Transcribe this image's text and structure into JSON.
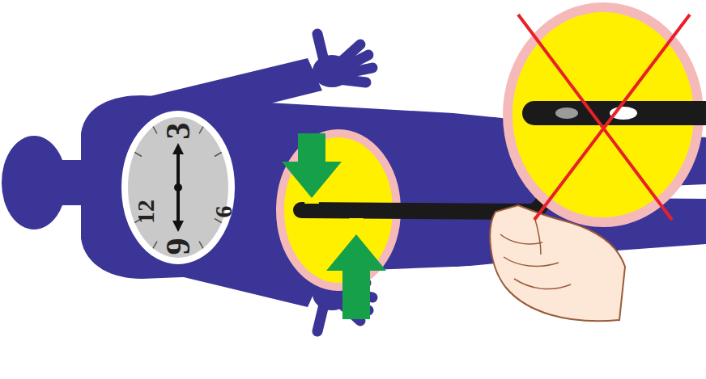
{
  "diagram": {
    "nodes": [
      {
        "text": [
          "12",
          "3",
          "6",
          "9"
        ]
      }
    ]
  }
}
